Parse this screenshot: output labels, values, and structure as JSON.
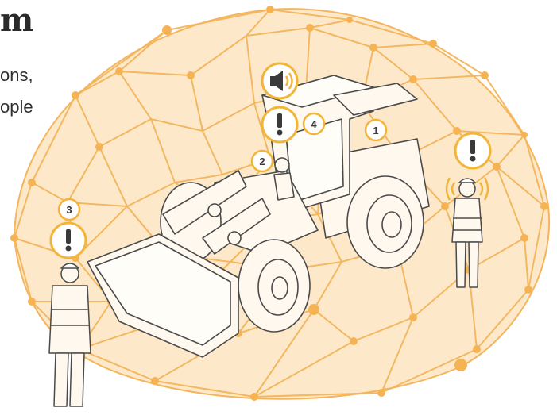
{
  "heading": {
    "title": "m",
    "line1": "ons,",
    "line2": "ople"
  },
  "markers": [
    {
      "id": "marker-1",
      "number": "1"
    },
    {
      "id": "marker-2",
      "number": "2"
    },
    {
      "id": "marker-3",
      "number": "3"
    },
    {
      "id": "marker-4",
      "number": "4"
    }
  ],
  "icons": [
    "alert-icon",
    "speaker-icon",
    "vibration-icon"
  ],
  "colors": {
    "dome_fill": "#fde7c4",
    "dome_stroke": "#f4b55c",
    "node": "#f6b353",
    "marker_ring": "#f2b53a",
    "outline": "#4a4a4a"
  }
}
